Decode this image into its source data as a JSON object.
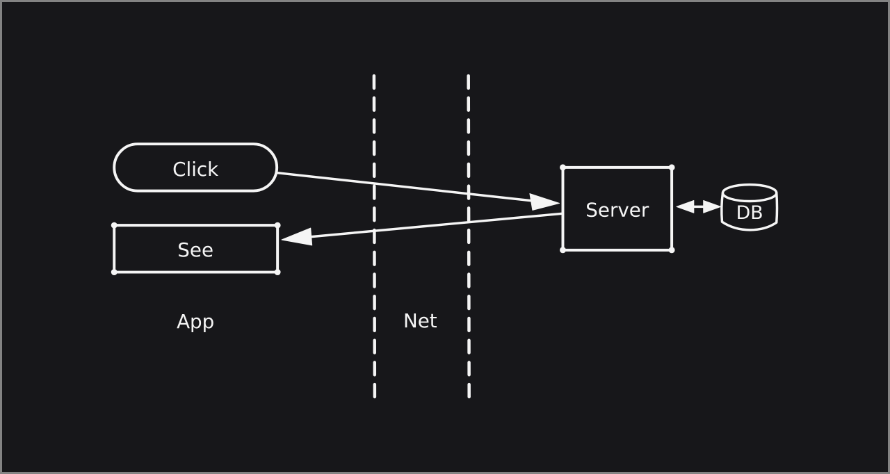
{
  "diagram": {
    "nodes": [
      {
        "id": "click",
        "label": "Click",
        "shape": "pill"
      },
      {
        "id": "see",
        "label": "See",
        "shape": "rectangle"
      },
      {
        "id": "server",
        "label": "Server",
        "shape": "rectangle"
      },
      {
        "id": "db",
        "label": "DB",
        "shape": "cylinder"
      }
    ],
    "zones": [
      {
        "id": "app",
        "label": "App"
      },
      {
        "id": "net",
        "label": "Net"
      }
    ],
    "edges": [
      {
        "from": "click",
        "to": "server",
        "style": "arrow"
      },
      {
        "from": "server",
        "to": "see",
        "style": "arrow"
      },
      {
        "from": "server",
        "to": "db",
        "style": "double-arrow"
      }
    ],
    "colors": {
      "canvas_bg": "#17171a",
      "stroke": "#f5f5f5",
      "frame_border": "#838383"
    }
  }
}
